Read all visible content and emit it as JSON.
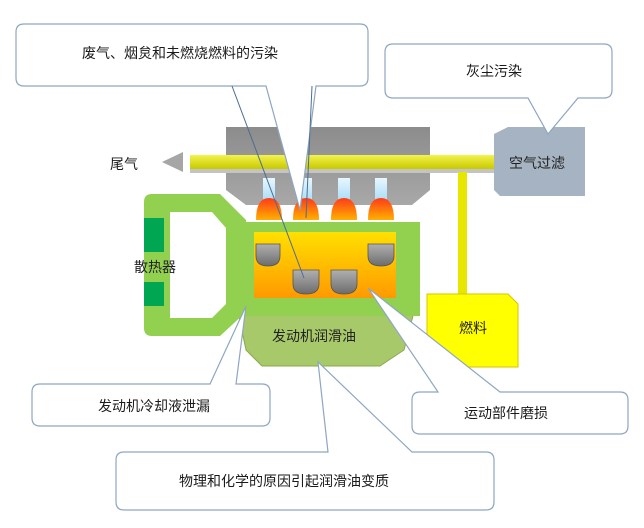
{
  "labels": {
    "exhaust": "尾气",
    "air_filter": "空气过滤",
    "radiator": "散热器",
    "fuel": "燃料",
    "engine_oil": "发动机润滑油"
  },
  "callouts": {
    "exhaust_fuel_pollution": "废气、烟炱和未燃烧燃料的污染",
    "dust_pollution": "灰尘污染",
    "coolant_leak": "发动机冷却液泄漏",
    "moving_parts_wear": "运动部件磨损",
    "oil_degradation": "物理和化学的原因引起润滑油变质"
  },
  "colors": {
    "engine_green": "#92d050",
    "radiator_core": "#00a651",
    "block_gray": "#9a9a9a",
    "pipe_yellow": "#e6e620",
    "fuel_yellow": "#ffff00",
    "filter_blue_gray": "#a6b3c2",
    "oil_green": "#a8c96a",
    "flame_red": "#e8261b",
    "callout_border": "#8ea6c2"
  }
}
